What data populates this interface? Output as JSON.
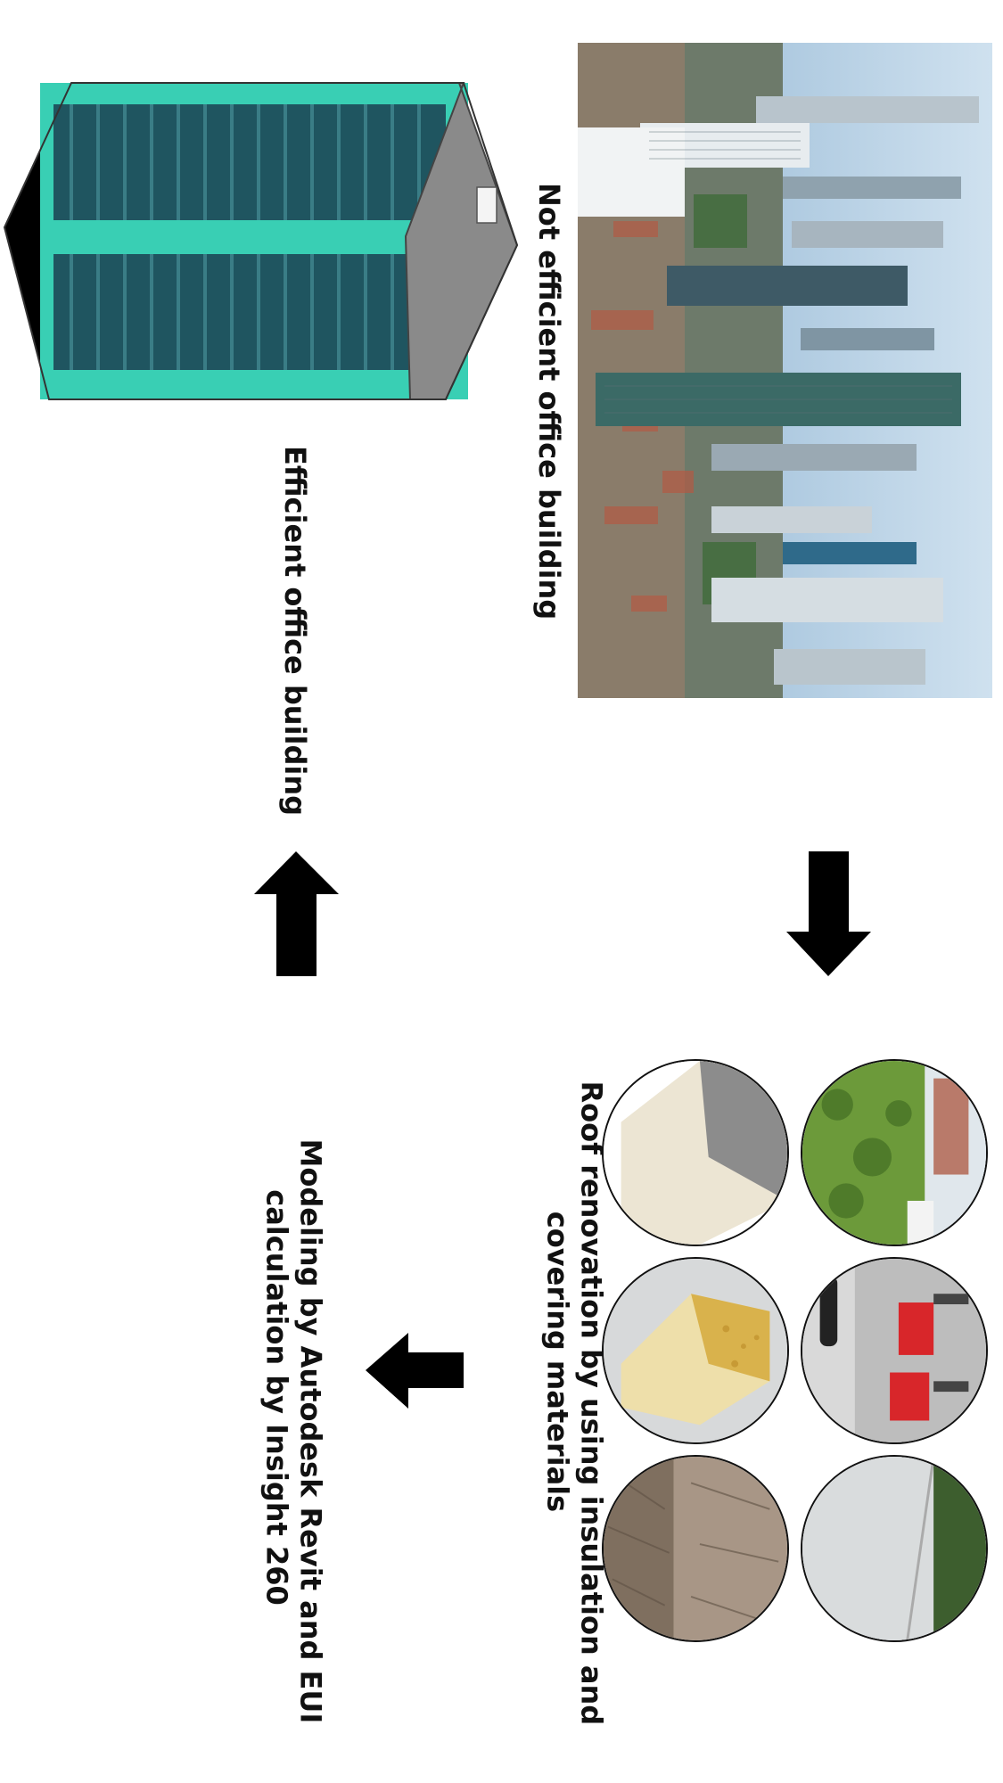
{
  "labels": {
    "not_efficient": "Not efficient office building",
    "roof_renovation_line1": "Roof renovation by using insulation and",
    "roof_renovation_line2": "covering materials",
    "modeling_line1": "Modeling by Autodesk Revit and EUI",
    "modeling_line2": "calculation by Insight 260",
    "efficient": "Efficient office building"
  },
  "icons": {
    "arrow_down": "arrow-down-icon",
    "arrow_left": "arrow-left-icon",
    "arrow_up": "arrow-up-icon"
  },
  "colors": {
    "building_teal": "#39cfb4",
    "building_glass": "#1f5560",
    "building_roof": "#8a8a8a",
    "arrow": "#000000"
  }
}
